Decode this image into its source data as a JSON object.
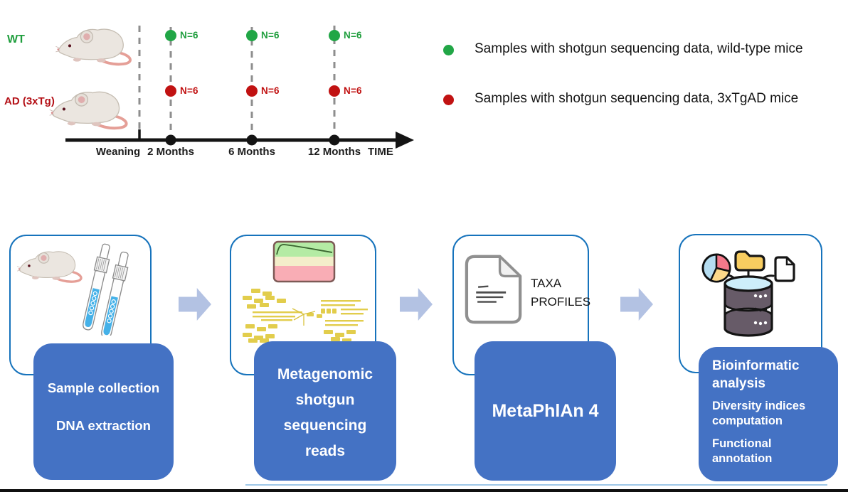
{
  "study_design": {
    "groups": [
      {
        "label": "WT",
        "color": "#1f9e3d"
      },
      {
        "label": "AD (3xTg)",
        "color": "#b41117"
      }
    ],
    "timepoints": [
      "Weaning",
      "2 Months",
      "6 Months",
      "12 Months"
    ],
    "time_axis_label": "TIME",
    "wt_counts": [
      "N=6",
      "N=6",
      "N=6"
    ],
    "ad_counts": [
      "N=6",
      "N=6",
      "N=6"
    ],
    "legend": [
      {
        "color": "#21a646",
        "text": "Samples with shotgun sequencing data, wild-type mice"
      },
      {
        "color": "#c11212",
        "text": "Samples with shotgun sequencing data, 3xTgAD mice"
      }
    ]
  },
  "workflow": {
    "steps": [
      {
        "box_lines": [
          "Sample collection",
          "DNA extraction"
        ]
      },
      {
        "box_lines": [
          "Metagenomic",
          "shotgun",
          "sequencing",
          "reads"
        ]
      },
      {
        "icon_caption": "TAXA PROFILES",
        "box_lines": [
          "MetaPhlAn 4"
        ]
      },
      {
        "box_lines": [
          "Bioinformatic analysis",
          "Diversity indices computation",
          "Functional annotation"
        ]
      }
    ],
    "colors": {
      "step_box_fill": "#4472c4",
      "card_outline": "#1673bc",
      "arrow_fill": "#b3c2e3"
    }
  }
}
